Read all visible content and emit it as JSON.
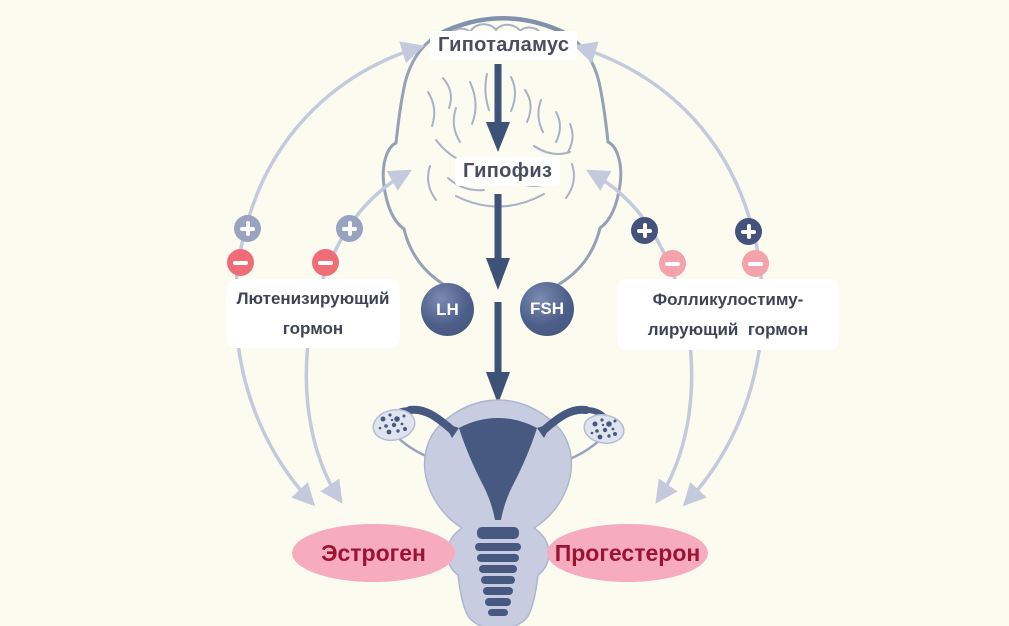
{
  "axis": {
    "hypothalamus": "Гипоталамус",
    "pituitary": "Гипофиз"
  },
  "hormones": {
    "lh_abbr": "LH",
    "fsh_abbr": "FSH",
    "lh_name_line1": "Лютенизирующий",
    "lh_name_line2": "гормон",
    "fsh_name_line1": "Фолликулостиму-",
    "fsh_name_line2": "лирующий  гормон",
    "estrogen": "Эстроген",
    "progesterone": "Прогестерон"
  },
  "feedback": {
    "badges": [
      {
        "side": "left-outer",
        "top_sign": "plus",
        "bottom_sign": "minus"
      },
      {
        "side": "left-inner",
        "top_sign": "plus",
        "bottom_sign": "minus"
      },
      {
        "side": "right-inner",
        "top_sign": "plus",
        "bottom_sign": "minus"
      },
      {
        "side": "right-outer",
        "top_sign": "plus",
        "bottom_sign": "minus"
      }
    ]
  },
  "colors": {
    "background": "#fbfbf0",
    "central_arrow": "#3e5176",
    "feedback_arc": "#c4c9dd",
    "plus_left": "#99a2bf",
    "plus_right": "#45527b",
    "minus_left": "#ee6d77",
    "minus_right": "#f3a3a9",
    "hormone_circle": "#4d5e8a",
    "hormone_circle_light": "#7a8ab0",
    "node_text": "#484d5f",
    "output_ellipse": "#f7abbe",
    "output_text": "#9c1233",
    "anatomy_dark": "#475980",
    "anatomy_light": "#c7cce0",
    "head_outline": "#96a0b6",
    "brain_line": "#a8b1c6"
  }
}
